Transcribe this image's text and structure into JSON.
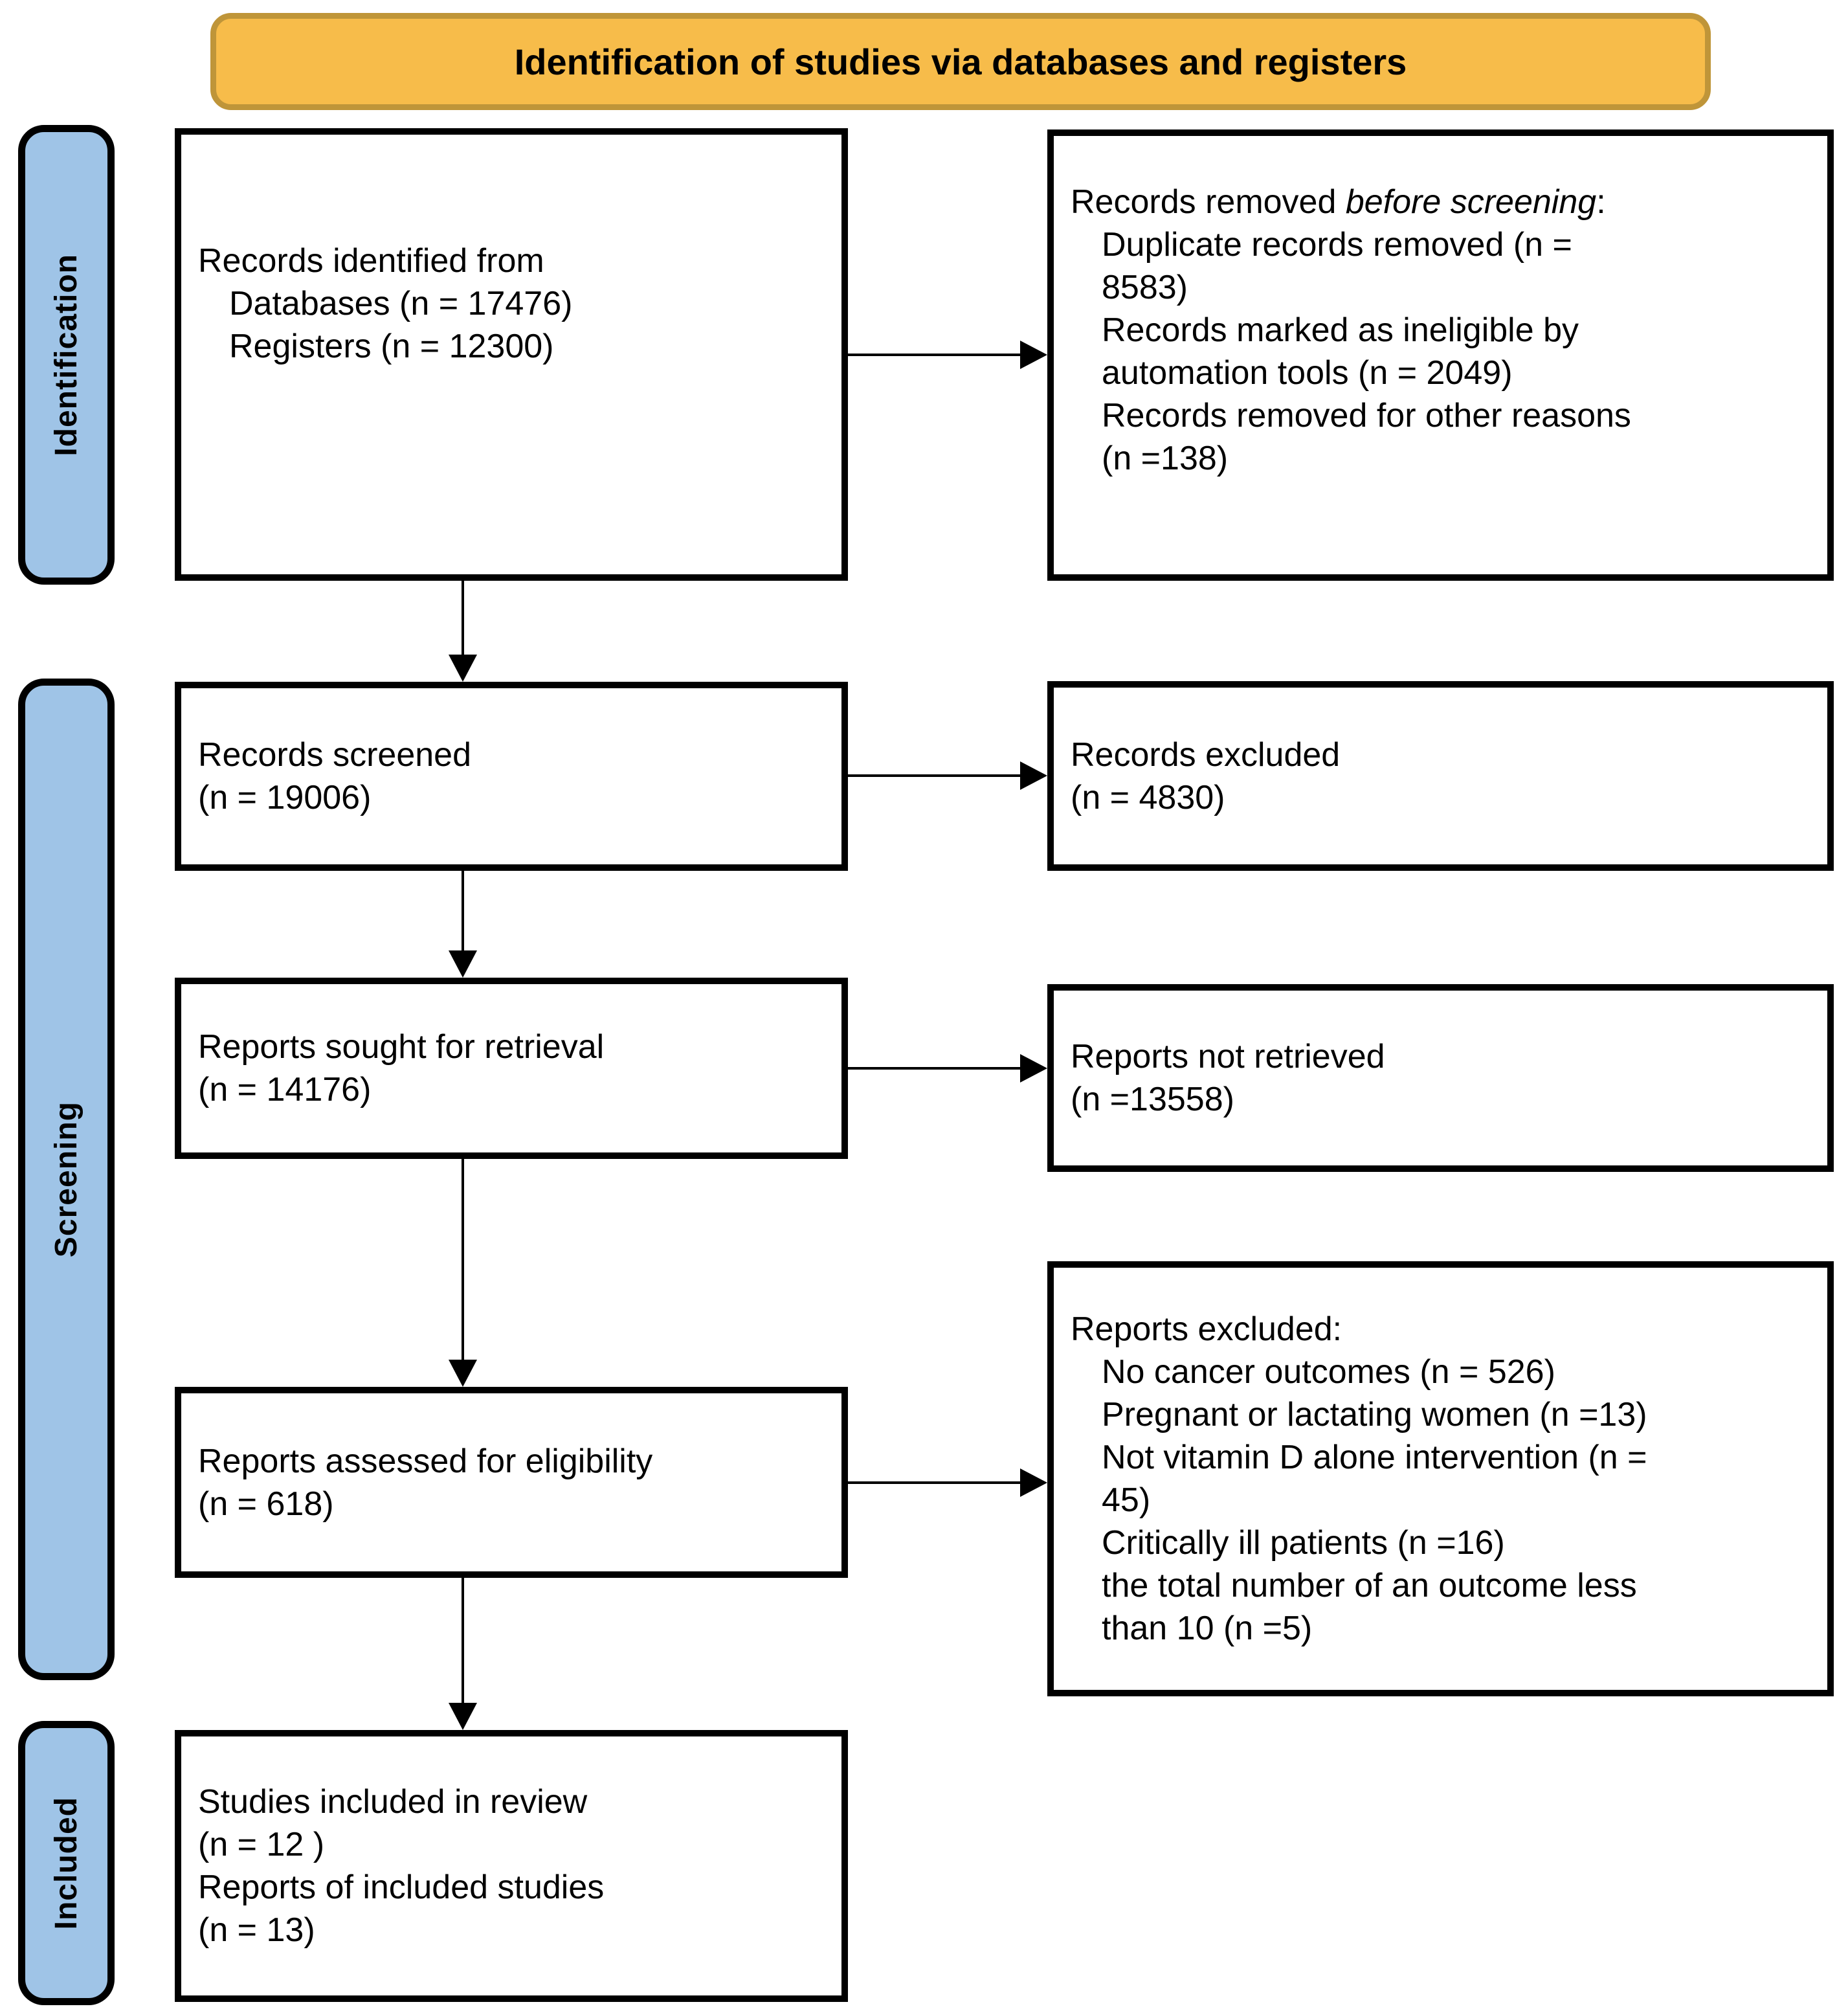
{
  "header": {
    "title": "Identification of studies via databases and registers"
  },
  "palette": {
    "banner_fill": "#F7BC4A",
    "banner_border": "#BF9539",
    "stage_tab_fill": "#9FC4E7",
    "box_border": "#000000",
    "text_color": "#000000"
  },
  "stages": [
    {
      "label": "Identification"
    },
    {
      "label": "Screening"
    },
    {
      "label": "Included"
    }
  ],
  "boxes": {
    "records_identified": {
      "lines": [
        {
          "text": "Records identified from"
        },
        {
          "text": "Databases (n = 17476)"
        },
        {
          "text": "Registers (n = 12300)"
        }
      ]
    },
    "records_removed": {
      "title_segments": [
        {
          "text": "Records removed "
        },
        {
          "text": "before screening",
          "italic": true
        },
        {
          "text": ":"
        }
      ],
      "items": [
        {
          "text": "Duplicate records removed (n ="
        },
        {
          "text": "8583)"
        },
        {
          "text": "Records marked as ineligible by"
        },
        {
          "text": "automation tools (n = 2049)"
        },
        {
          "text": "Records removed for other reasons"
        },
        {
          "text": "(n =138)"
        }
      ]
    },
    "records_screened": {
      "lines": [
        {
          "text": "Records screened"
        },
        {
          "text": "(n = 19006)"
        }
      ]
    },
    "records_excluded": {
      "lines": [
        {
          "text": "Records excluded"
        },
        {
          "text": "(n = 4830)"
        }
      ]
    },
    "reports_sought": {
      "lines": [
        {
          "text": "Reports sought for retrieval"
        },
        {
          "text": "(n = 14176)"
        }
      ]
    },
    "reports_not_retrieved": {
      "lines": [
        {
          "text": "Reports not retrieved"
        },
        {
          "text": "(n =13558)"
        }
      ]
    },
    "reports_assessed": {
      "lines": [
        {
          "text": "Reports assessed for eligibility"
        },
        {
          "text": "(n = 618)"
        }
      ]
    },
    "reports_excluded": {
      "title": "Reports excluded:",
      "items": [
        {
          "text": "No cancer outcomes (n = 526)"
        },
        {
          "text": "Pregnant or lactating women (n =13)"
        },
        {
          "text": "Not vitamin D alone intervention (n ="
        },
        {
          "text": "45)"
        },
        {
          "text": "Critically ill patients (n =16)"
        },
        {
          "text": "the total number of an outcome less"
        },
        {
          "text": "than 10 (n =5)"
        }
      ]
    },
    "studies_included": {
      "lines": [
        {
          "text": "Studies included in review"
        },
        {
          "text": "(n = 12 )"
        },
        {
          "text": "Reports of included studies"
        },
        {
          "text": "(n = 13)"
        }
      ]
    }
  }
}
